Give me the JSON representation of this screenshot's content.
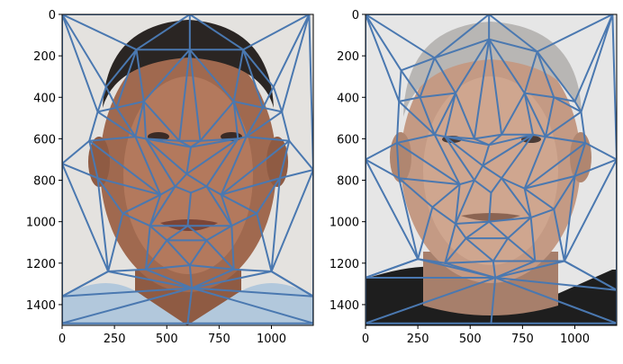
{
  "chart_data": [
    {
      "type": "scatter",
      "title": "",
      "xlabel": "",
      "ylabel": "",
      "xlim": [
        0,
        1200
      ],
      "ylim": [
        1500,
        0
      ],
      "x_ticks": [
        0,
        250,
        500,
        750,
        1000
      ],
      "y_ticks": [
        0,
        200,
        400,
        600,
        800,
        1000,
        1200,
        1400
      ],
      "x_tick_labels": [
        "0",
        "250",
        "500",
        "750",
        "1000"
      ],
      "y_tick_labels": [
        "0",
        "200",
        "400",
        "600",
        "800",
        "1000",
        "1200",
        "1400"
      ],
      "grid": false,
      "line_color": "#4a78b0",
      "image_palette": {
        "background": "#e4e2df",
        "hair": "#2a2523",
        "skin": "#a0694f",
        "skin_light": "#b98064",
        "shadow": "#6e4334",
        "shirt": "#b2c8dc"
      },
      "points": [
        [
          0,
          0
        ],
        [
          610,
          0
        ],
        [
          1180,
          0
        ],
        [
          1200,
          750
        ],
        [
          1200,
          1360
        ],
        [
          1200,
          1490
        ],
        [
          600,
          1490
        ],
        [
          0,
          1490
        ],
        [
          0,
          1360
        ],
        [
          0,
          720
        ],
        [
          355,
          170
        ],
        [
          610,
          170
        ],
        [
          865,
          170
        ],
        [
          210,
          350
        ],
        [
          1010,
          350
        ],
        [
          170,
          470
        ],
        [
          260,
          450
        ],
        [
          390,
          420
        ],
        [
          820,
          420
        ],
        [
          960,
          450
        ],
        [
          1050,
          470
        ],
        [
          400,
          600
        ],
        [
          560,
          610
        ],
        [
          660,
          610
        ],
        [
          840,
          600
        ],
        [
          350,
          590
        ],
        [
          880,
          590
        ],
        [
          130,
          610
        ],
        [
          1085,
          610
        ],
        [
          170,
          790
        ],
        [
          1040,
          790
        ],
        [
          615,
          640
        ],
        [
          595,
          770
        ],
        [
          540,
          830
        ],
        [
          690,
          830
        ],
        [
          615,
          860
        ],
        [
          470,
          870
        ],
        [
          760,
          870
        ],
        [
          290,
          960
        ],
        [
          930,
          960
        ],
        [
          420,
          1020
        ],
        [
          600,
          1020
        ],
        [
          810,
          1020
        ],
        [
          500,
          1090
        ],
        [
          690,
          1090
        ],
        [
          220,
          1240
        ],
        [
          1000,
          1240
        ],
        [
          400,
          1230
        ],
        [
          610,
          1210
        ],
        [
          820,
          1230
        ],
        [
          620,
          1320
        ]
      ],
      "edges": [
        [
          0,
          10
        ],
        [
          0,
          13
        ],
        [
          0,
          1
        ],
        [
          1,
          10
        ],
        [
          1,
          11
        ],
        [
          1,
          12
        ],
        [
          2,
          12
        ],
        [
          2,
          14
        ],
        [
          1,
          2
        ],
        [
          0,
          9
        ],
        [
          2,
          3
        ],
        [
          0,
          15
        ],
        [
          2,
          20
        ],
        [
          10,
          11
        ],
        [
          11,
          12
        ],
        [
          10,
          13
        ],
        [
          12,
          14
        ],
        [
          10,
          16
        ],
        [
          10,
          17
        ],
        [
          11,
          17
        ],
        [
          11,
          18
        ],
        [
          12,
          18
        ],
        [
          12,
          19
        ],
        [
          13,
          15
        ],
        [
          13,
          16
        ],
        [
          14,
          19
        ],
        [
          14,
          20
        ],
        [
          15,
          16
        ],
        [
          16,
          17
        ],
        [
          18,
          19
        ],
        [
          19,
          20
        ],
        [
          15,
          27
        ],
        [
          20,
          28
        ],
        [
          9,
          27
        ],
        [
          3,
          28
        ],
        [
          16,
          25
        ],
        [
          17,
          25
        ],
        [
          17,
          21
        ],
        [
          17,
          22
        ],
        [
          11,
          22
        ],
        [
          11,
          23
        ],
        [
          18,
          23
        ],
        [
          18,
          24
        ],
        [
          19,
          26
        ],
        [
          18,
          26
        ],
        [
          24,
          26
        ],
        [
          21,
          25
        ],
        [
          21,
          22
        ],
        [
          22,
          23
        ],
        [
          23,
          24
        ],
        [
          15,
          25
        ],
        [
          27,
          25
        ],
        [
          20,
          26
        ],
        [
          28,
          26
        ],
        [
          22,
          31
        ],
        [
          23,
          31
        ],
        [
          21,
          31
        ],
        [
          24,
          31
        ],
        [
          31,
          32
        ],
        [
          21,
          32
        ],
        [
          24,
          32
        ],
        [
          32,
          33
        ],
        [
          32,
          34
        ],
        [
          33,
          35
        ],
        [
          34,
          35
        ],
        [
          21,
          33
        ],
        [
          24,
          34
        ],
        [
          33,
          36
        ],
        [
          34,
          37
        ],
        [
          25,
          36
        ],
        [
          26,
          37
        ],
        [
          27,
          29
        ],
        [
          28,
          30
        ],
        [
          29,
          36
        ],
        [
          30,
          37
        ],
        [
          27,
          36
        ],
        [
          28,
          37
        ],
        [
          9,
          29
        ],
        [
          3,
          30
        ],
        [
          29,
          38
        ],
        [
          30,
          39
        ],
        [
          36,
          38
        ],
        [
          37,
          39
        ],
        [
          36,
          40
        ],
        [
          37,
          42
        ],
        [
          35,
          41
        ],
        [
          33,
          40
        ],
        [
          34,
          42
        ],
        [
          40,
          41
        ],
        [
          41,
          42
        ],
        [
          38,
          40
        ],
        [
          39,
          42
        ],
        [
          40,
          43
        ],
        [
          41,
          43
        ],
        [
          41,
          44
        ],
        [
          42,
          44
        ],
        [
          43,
          44
        ],
        [
          38,
          45
        ],
        [
          39,
          46
        ],
        [
          29,
          45
        ],
        [
          30,
          46
        ],
        [
          9,
          45
        ],
        [
          3,
          46
        ],
        [
          8,
          45
        ],
        [
          4,
          46
        ],
        [
          45,
          47
        ],
        [
          47,
          43
        ],
        [
          40,
          47
        ],
        [
          46,
          49
        ],
        [
          49,
          44
        ],
        [
          42,
          49
        ],
        [
          43,
          48
        ],
        [
          44,
          48
        ],
        [
          47,
          48
        ],
        [
          48,
          49
        ],
        [
          47,
          50
        ],
        [
          49,
          50
        ],
        [
          48,
          50
        ],
        [
          45,
          50
        ],
        [
          46,
          50
        ],
        [
          8,
          50
        ],
        [
          4,
          50
        ],
        [
          8,
          7
        ],
        [
          4,
          5
        ],
        [
          7,
          50
        ],
        [
          5,
          50
        ],
        [
          6,
          50
        ],
        [
          7,
          6
        ],
        [
          6,
          5
        ],
        [
          8,
          9
        ],
        [
          3,
          4
        ],
        [
          45,
          8
        ],
        [
          46,
          4
        ]
      ]
    },
    {
      "type": "scatter",
      "title": "",
      "xlabel": "",
      "ylabel": "",
      "xlim": [
        0,
        1200
      ],
      "ylim": [
        1500,
        0
      ],
      "x_ticks": [
        0,
        250,
        500,
        750,
        1000
      ],
      "y_ticks": [
        0,
        200,
        400,
        600,
        800,
        1000,
        1200,
        1400
      ],
      "x_tick_labels": [
        "0",
        "250",
        "500",
        "750",
        "1000"
      ],
      "y_tick_labels": [
        "0",
        "200",
        "400",
        "600",
        "800",
        "1000",
        "1200",
        "1400"
      ],
      "grid": false,
      "line_color": "#4a78b0",
      "image_palette": {
        "background": "#e6e6e6",
        "hair": "#b8b6b4",
        "skin": "#c49a84",
        "skin_light": "#d4ad97",
        "shadow": "#8b6452",
        "shirt": "#1e1e1e"
      },
      "points": [
        [
          0,
          0
        ],
        [
          590,
          0
        ],
        [
          1180,
          0
        ],
        [
          1200,
          700
        ],
        [
          1200,
          1330
        ],
        [
          1200,
          1490
        ],
        [
          600,
          1490
        ],
        [
          0,
          1490
        ],
        [
          0,
          1270
        ],
        [
          0,
          700
        ],
        [
          330,
          210
        ],
        [
          590,
          120
        ],
        [
          820,
          180
        ],
        [
          170,
          270
        ],
        [
          1000,
          420
        ],
        [
          160,
          420
        ],
        [
          260,
          400
        ],
        [
          430,
          380
        ],
        [
          760,
          380
        ],
        [
          900,
          400
        ],
        [
          1030,
          470
        ],
        [
          380,
          590
        ],
        [
          520,
          600
        ],
        [
          650,
          580
        ],
        [
          800,
          580
        ],
        [
          330,
          580
        ],
        [
          860,
          590
        ],
        [
          150,
          620
        ],
        [
          1050,
          620
        ],
        [
          160,
          790
        ],
        [
          1000,
          780
        ],
        [
          590,
          630
        ],
        [
          560,
          730
        ],
        [
          520,
          800
        ],
        [
          650,
          790
        ],
        [
          600,
          860
        ],
        [
          450,
          820
        ],
        [
          760,
          840
        ],
        [
          320,
          930
        ],
        [
          900,
          940
        ],
        [
          430,
          1010
        ],
        [
          590,
          1000
        ],
        [
          790,
          980
        ],
        [
          480,
          1080
        ],
        [
          680,
          1080
        ],
        [
          250,
          1180
        ],
        [
          950,
          1190
        ],
        [
          380,
          1200
        ],
        [
          610,
          1190
        ],
        [
          810,
          1190
        ],
        [
          620,
          1270
        ]
      ],
      "edges": [
        [
          0,
          10
        ],
        [
          0,
          13
        ],
        [
          0,
          1
        ],
        [
          1,
          10
        ],
        [
          1,
          11
        ],
        [
          1,
          12
        ],
        [
          2,
          12
        ],
        [
          2,
          14
        ],
        [
          1,
          2
        ],
        [
          0,
          9
        ],
        [
          2,
          3
        ],
        [
          0,
          15
        ],
        [
          2,
          20
        ],
        [
          10,
          11
        ],
        [
          11,
          12
        ],
        [
          10,
          13
        ],
        [
          12,
          14
        ],
        [
          10,
          16
        ],
        [
          10,
          17
        ],
        [
          11,
          17
        ],
        [
          11,
          18
        ],
        [
          12,
          18
        ],
        [
          12,
          19
        ],
        [
          13,
          15
        ],
        [
          13,
          16
        ],
        [
          14,
          19
        ],
        [
          14,
          20
        ],
        [
          15,
          16
        ],
        [
          16,
          17
        ],
        [
          18,
          19
        ],
        [
          19,
          20
        ],
        [
          15,
          27
        ],
        [
          20,
          28
        ],
        [
          9,
          27
        ],
        [
          3,
          28
        ],
        [
          16,
          25
        ],
        [
          17,
          25
        ],
        [
          17,
          21
        ],
        [
          17,
          22
        ],
        [
          11,
          22
        ],
        [
          11,
          23
        ],
        [
          18,
          23
        ],
        [
          18,
          24
        ],
        [
          19,
          26
        ],
        [
          18,
          26
        ],
        [
          24,
          26
        ],
        [
          21,
          25
        ],
        [
          21,
          22
        ],
        [
          22,
          23
        ],
        [
          23,
          24
        ],
        [
          15,
          25
        ],
        [
          27,
          25
        ],
        [
          20,
          26
        ],
        [
          28,
          26
        ],
        [
          22,
          31
        ],
        [
          23,
          31
        ],
        [
          21,
          31
        ],
        [
          24,
          31
        ],
        [
          31,
          32
        ],
        [
          21,
          32
        ],
        [
          24,
          32
        ],
        [
          32,
          33
        ],
        [
          32,
          34
        ],
        [
          33,
          35
        ],
        [
          34,
          35
        ],
        [
          21,
          33
        ],
        [
          24,
          34
        ],
        [
          33,
          36
        ],
        [
          34,
          37
        ],
        [
          25,
          36
        ],
        [
          26,
          37
        ],
        [
          27,
          29
        ],
        [
          28,
          30
        ],
        [
          29,
          36
        ],
        [
          30,
          37
        ],
        [
          27,
          36
        ],
        [
          28,
          37
        ],
        [
          9,
          29
        ],
        [
          3,
          30
        ],
        [
          29,
          38
        ],
        [
          30,
          39
        ],
        [
          36,
          38
        ],
        [
          37,
          39
        ],
        [
          36,
          40
        ],
        [
          37,
          42
        ],
        [
          35,
          41
        ],
        [
          33,
          40
        ],
        [
          34,
          42
        ],
        [
          40,
          41
        ],
        [
          41,
          42
        ],
        [
          38,
          40
        ],
        [
          39,
          42
        ],
        [
          40,
          43
        ],
        [
          41,
          43
        ],
        [
          41,
          44
        ],
        [
          42,
          44
        ],
        [
          43,
          44
        ],
        [
          38,
          45
        ],
        [
          39,
          46
        ],
        [
          29,
          45
        ],
        [
          30,
          46
        ],
        [
          9,
          45
        ],
        [
          3,
          46
        ],
        [
          8,
          45
        ],
        [
          4,
          46
        ],
        [
          45,
          47
        ],
        [
          47,
          43
        ],
        [
          40,
          47
        ],
        [
          46,
          49
        ],
        [
          49,
          44
        ],
        [
          42,
          49
        ],
        [
          43,
          48
        ],
        [
          44,
          48
        ],
        [
          47,
          48
        ],
        [
          48,
          49
        ],
        [
          47,
          50
        ],
        [
          49,
          50
        ],
        [
          48,
          50
        ],
        [
          45,
          50
        ],
        [
          46,
          50
        ],
        [
          8,
          50
        ],
        [
          4,
          50
        ],
        [
          8,
          7
        ],
        [
          4,
          5
        ],
        [
          7,
          50
        ],
        [
          5,
          50
        ],
        [
          6,
          50
        ],
        [
          7,
          6
        ],
        [
          6,
          5
        ],
        [
          8,
          9
        ],
        [
          3,
          4
        ],
        [
          45,
          8
        ],
        [
          46,
          4
        ]
      ]
    }
  ]
}
